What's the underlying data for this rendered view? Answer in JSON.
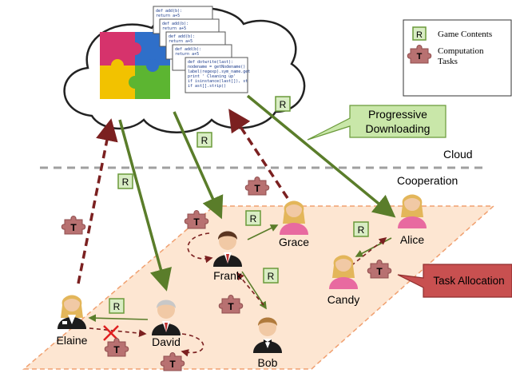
{
  "legend": {
    "game_contents": "Game Contents",
    "computation_tasks_line1": "Computation",
    "computation_tasks_line2": "Tasks",
    "r_symbol": "R",
    "t_symbol": "T"
  },
  "callouts": {
    "progressive_line1": "Progressive",
    "progressive_line2": "Downloading",
    "task_allocation": "Task Allocation"
  },
  "regions": {
    "cloud": "Cloud",
    "cooperation": "Cooperation"
  },
  "players": {
    "frank": "Frank",
    "grace": "Grace",
    "alice": "Alice",
    "candy": "Candy",
    "bob": "Bob",
    "elaine": "Elaine",
    "david": "David"
  },
  "code_lines": {
    "l1": "def add(b):",
    "l2": "    return a+5",
    "l3": "def dotwrite(last):",
    "l4": "    nodename = getNodename()",
    "l5": "    label(regexp).sym_name.get",
    "l6": "    print ' Cleaning up'",
    "l7": "    if isinstance(last[]), st",
    "l8": "        if ast[].strip()"
  },
  "badges": {
    "r": "R",
    "t": "T"
  },
  "colors": {
    "content_arrow": "#5a7d2a",
    "task_arrow": "#7b2020",
    "plane_fill": "#fde6d2",
    "plane_stroke": "#f0a070",
    "r_badge_fill": "#d9edc4",
    "r_badge_stroke": "#6a9a3a",
    "t_piece": "#b87171",
    "callout_green": "#c9e7a9",
    "callout_red": "#c85050"
  }
}
